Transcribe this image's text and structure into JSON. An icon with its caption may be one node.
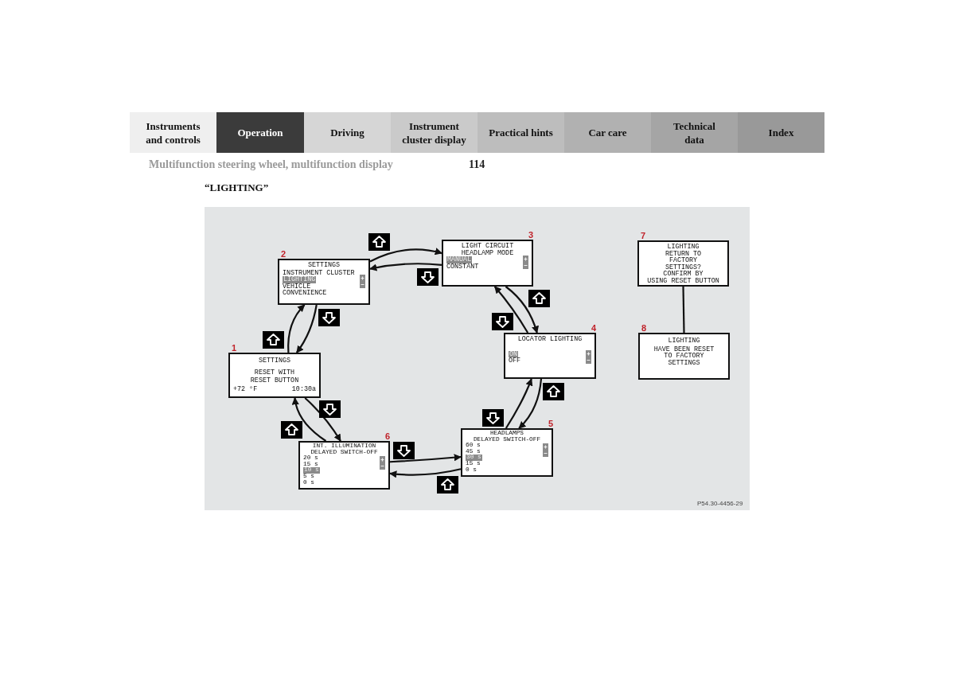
{
  "diagram": {
    "title": "“LIGHTING”",
    "nodes": [
      {
        "text": [
          "SETTINGS",
          "RESET WITH",
          "RESET BUTTON",
          "+72 °F",
          "10:30a"
        ],
        "beside": [
          "1"
        ]
      },
      {
        "text": [
          "SETTINGS",
          "INSTRUMENT CLUSTER",
          "LIGHTING",
          "VEHICLE",
          "CONVENIENCE"
        ],
        "beside": [
          "2"
        ]
      },
      {
        "text": [
          "LIGHT CIRCUIT",
          "HEADLAMP MODE",
          "MANUAL",
          "CONSTANT"
        ],
        "beside": [
          "3"
        ]
      },
      {
        "text": [
          "LOCATOR LIGHTING",
          "ON",
          "OFF"
        ],
        "beside": [
          "4"
        ]
      },
      {
        "text": [
          "HEADLAMPS",
          "DELAYED SWITCH-OFF",
          "60 s",
          "45 s",
          "30 s",
          "15 s",
          "0 s"
        ],
        "beside": [
          "5"
        ]
      },
      {
        "text": [
          "INT. ILLUMINATION",
          "DELAYED SWITCH-OFF",
          "20 s",
          "15 s",
          "10 s",
          "5 s",
          "0 s"
        ],
        "beside": [
          "6"
        ]
      },
      {
        "text": [
          "LIGHTING",
          "RETURN TO",
          "FACTORY",
          "SETTINGS?",
          "CONFIRM BY",
          "USING RESET BUTTON"
        ],
        "beside": [
          "7"
        ]
      },
      {
        "text": [
          "LIGHTING",
          "HAVE BEEN RESET",
          "TO FACTORY",
          "SETTINGS"
        ],
        "beside": [
          "8"
        ]
      }
    ],
    "edges": [
      {
        "from": 0,
        "to": 1,
        "arrow": "to"
      },
      {
        "from": 1,
        "to": 0,
        "arrow": "to"
      },
      {
        "from": 1,
        "to": 2,
        "arrow": "to"
      },
      {
        "from": 2,
        "to": 1,
        "arrow": "to"
      },
      {
        "from": 2,
        "to": 3,
        "arrow": "to"
      },
      {
        "from": 3,
        "to": 2,
        "arrow": "to"
      },
      {
        "from": 3,
        "to": 4,
        "arrow": "to"
      },
      {
        "from": 4,
        "to": 3,
        "arrow": "to"
      },
      {
        "from": 4,
        "to": 5,
        "arrow": "to"
      },
      {
        "from": 5,
        "to": 4,
        "arrow": "to"
      },
      {
        "from": 5,
        "to": 0,
        "arrow": "to"
      },
      {
        "from": 0,
        "to": 5,
        "arrow": "to"
      },
      {
        "from": 6,
        "to": 7,
        "arrow": "none"
      }
    ],
    "labels": [
      "Instruments and controls",
      "Operation",
      "Driving",
      "Instrument cluster display",
      "Practical hints",
      "Car care",
      "Technical data",
      "Index",
      "Multifunction steering wheel, multifunction display",
      "114",
      "P54.30-4456-29"
    ]
  }
}
